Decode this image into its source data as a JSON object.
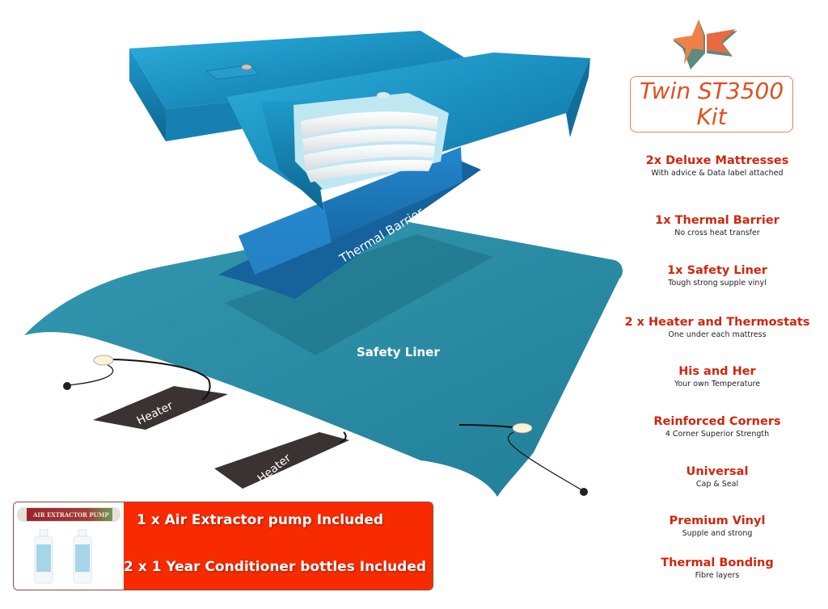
{
  "header": {
    "kit_title_line1": "Twin ST3500",
    "kit_title_line2": "Kit"
  },
  "diagram": {
    "thermal_barrier_label": "Thermal Barrier",
    "safety_liner_label": "Safety Liner",
    "heater_labels": [
      "Heater",
      "Heater"
    ],
    "colors": {
      "mattress": "#1e95c4",
      "barrier": "#1c74b5",
      "liner": "#2d8ba3",
      "heater_pad": "#3a3331",
      "thermostat": "#fdf3d2"
    }
  },
  "features": [
    {
      "title": "2x Deluxe Mattresses",
      "subtitle": "With advice & Data label attached"
    },
    {
      "title": "1x Thermal Barrier",
      "subtitle": "No cross heat transfer"
    },
    {
      "title": "1x Safety Liner",
      "subtitle": "Tough strong supple vinyl"
    },
    {
      "title": "2 x Heater and Thermostats",
      "subtitle": "One under each mattress"
    },
    {
      "title": "His and Her",
      "subtitle": "Your own Temperature"
    },
    {
      "title": "Reinforced Corners",
      "subtitle": "4 Corner Superior Strength"
    },
    {
      "title": "Universal",
      "subtitle": "Cap & Seal"
    },
    {
      "title": "Premium Vinyl",
      "subtitle": "Supple and strong"
    },
    {
      "title": "Thermal Bonding",
      "subtitle": "Fibre layers"
    }
  ],
  "promo": {
    "line1": "1 x Air Extractor pump Included",
    "line2": "2 x 1 Year Conditioner bottles Included",
    "pump_label": "AIR EXTRACTOR PUMP",
    "accent_color": "#f72a00"
  },
  "colors": {
    "feature_title": "#d0260e",
    "kit_title": "#e0501e",
    "logo_orange": "#ef8048",
    "logo_teal": "#5e8a80"
  }
}
